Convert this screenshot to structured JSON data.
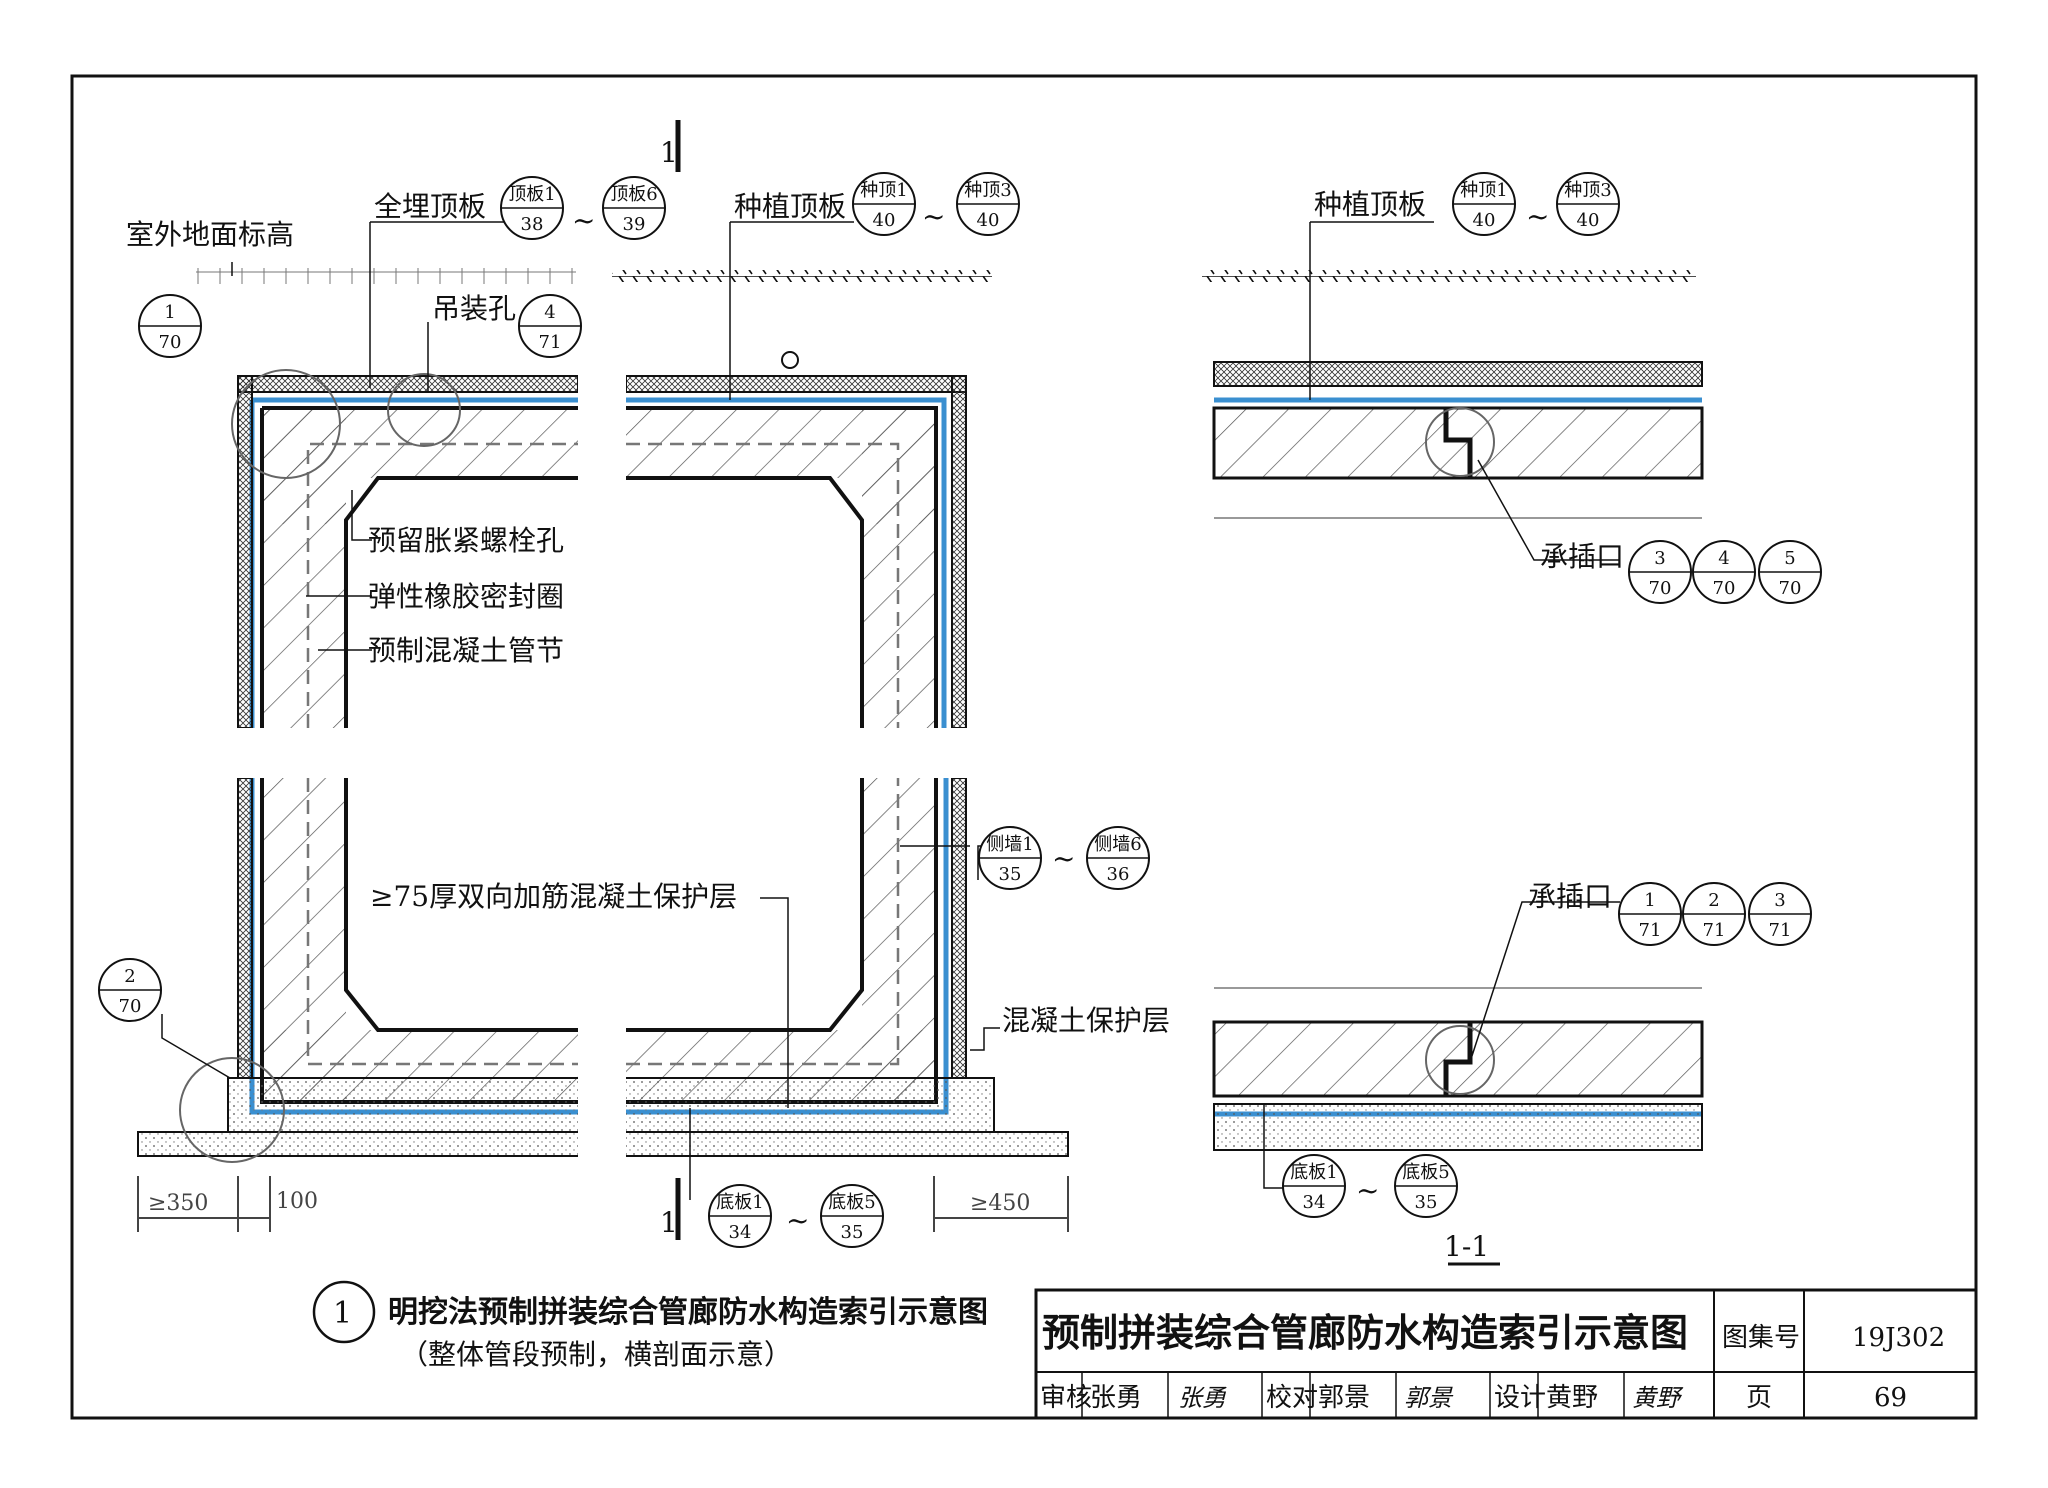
{
  "labels": {
    "section_mark": "1",
    "outdoor_grade": "室外地面标高",
    "buried_roof": "全埋顶板",
    "lifting_hole": "吊装孔",
    "planting_roof_left": "种植顶板",
    "planting_roof_right": "种植顶板",
    "bolt_hole": "预留胀紧螺栓孔",
    "rubber_seal": "弹性橡胶密封圈",
    "precast_segment": "预制混凝土管节",
    "protective_layer_75": "≥75厚双向加筋混凝土保护层",
    "concrete_protective": "混凝土保护层",
    "socket_upper": "承插口",
    "socket_lower": "承插口",
    "tilde": "~",
    "section_title": "1-1"
  },
  "refs": {
    "r1_70": {
      "top": "1",
      "bottom": "70"
    },
    "r2_70": {
      "top": "2",
      "bottom": "70"
    },
    "dingban1": {
      "top": "顶板1",
      "bottom": "38"
    },
    "dingban6": {
      "top": "顶板6",
      "bottom": "39"
    },
    "hole_4_71": {
      "top": "4",
      "bottom": "71"
    },
    "zhongding1_a": {
      "top": "种顶1",
      "bottom": "40"
    },
    "zhongding3_a": {
      "top": "种顶3",
      "bottom": "40"
    },
    "zhongding1_b": {
      "top": "种顶1",
      "bottom": "40"
    },
    "zhongding3_b": {
      "top": "种顶3",
      "bottom": "40"
    },
    "cq_3_70": {
      "top": "3",
      "bottom": "70"
    },
    "cq_4_70": {
      "top": "4",
      "bottom": "70"
    },
    "cq_5_70": {
      "top": "5",
      "bottom": "70"
    },
    "cq_1_71": {
      "top": "1",
      "bottom": "71"
    },
    "cq_2_71": {
      "top": "2",
      "bottom": "71"
    },
    "cq_3_71": {
      "top": "3",
      "bottom": "71"
    },
    "cq_wall1": {
      "top": "侧墙1",
      "bottom": "35"
    },
    "cq_wall6": {
      "top": "侧墙6",
      "bottom": "36"
    },
    "diban1_a": {
      "top": "底板1",
      "bottom": "34"
    },
    "diban5_a": {
      "top": "底板5",
      "bottom": "35"
    },
    "diban1_b": {
      "top": "底板1",
      "bottom": "34"
    },
    "diban5_b": {
      "top": "底板5",
      "bottom": "35"
    }
  },
  "dimensions": {
    "left_extension": "≥350",
    "left_offset": "100",
    "right_extension": "≥450"
  },
  "caption": {
    "number": "1",
    "title": "明挖法预制拼装综合管廊防水构造索引示意图",
    "subtitle": "（整体管段预制，横剖面示意）"
  },
  "title_block": {
    "drawing_title": "预制拼装综合管廊防水构造索引示意图",
    "atlas_label": "图集号",
    "atlas_number": "19J302",
    "review_label": "审核",
    "review_name": "张勇",
    "review_sign": "张勇",
    "check_label": "校对",
    "check_name": "郭景",
    "check_sign": "郭景",
    "design_label": "设计",
    "design_name": "黄野",
    "design_sign": "黄野",
    "page_label": "页",
    "page_number": "69"
  },
  "colors": {
    "line": "#111111",
    "membrane": "#3a8fd0",
    "dimension": "#444444"
  }
}
